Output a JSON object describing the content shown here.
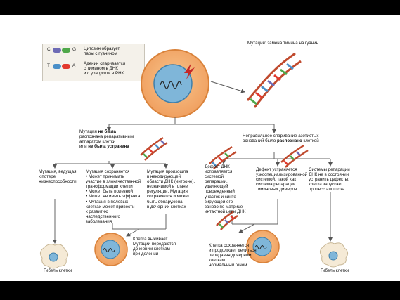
{
  "title": "Последствия генных мутаций",
  "legend": {
    "pair1": {
      "left": "C",
      "right": "G",
      "text": "Цитозин образует\nпары с гуанином"
    },
    "pair2": {
      "left": "T",
      "right": "A",
      "text": "Аденин спаривается\nс тимином в ДНК\nи с урацилом в РНК"
    },
    "colors": {
      "C": "#6d6bb5",
      "G": "#4fa84a",
      "T": "#4a8fc8",
      "A": "#e2392e"
    }
  },
  "top_label": "Мутация: замена тимина на гуанин",
  "branch_left": {
    "pre": "Мутация ",
    "b1": "не была",
    "mid1": "\nраспознана репаративным\nаппаратом клетки\nили ",
    "b2": "не была устранена"
  },
  "branch_right": {
    "pre": "Неправильное спаривание азотистых\nоснований было ",
    "b1": "распознано",
    "post": " клеткой"
  },
  "outcomes": {
    "o1": "Мутация, ведущая\nк потере\nжизнеспособности",
    "o2": "Мутация сохраняется\n• Может принимать\n  участие в злокачественной\n  трансформации клетки\n• Может быть полезной\n• Может не иметь эффекта\n• Мутация в половых\n  клетках может привести\n  к развитию\n  наследственного\n  заболевания",
    "o3": "Мутация произошла\nв некодирующей\nобласти ДНК (интроне),\nнезначимой в плане\nрегуляции. Мутация\nсохраняется и может\nбыть обнаружена\nв дочерних клетках",
    "o4": "Дефект ДНК\nисправляется\nсистемой\nрепарации,\nудаляющей\nповрежденный\nучасток и синте-\nзирующей его\nзаново по матрице\nинтактной цепи ДНК",
    "o5": "Дефект устраняется\nузкоспециализированной\nсистемой, такой как\nсистема репарации\nтиминовых димеров",
    "o6": "Системы репарации\nДНК не в состоянии\nустранить дефекты:\nклетка запускает\nпроцесс апоптоза"
  },
  "results": {
    "death_left": "Гибель клетки",
    "survive": "Клетка выживает\nМутации передаются\nдочерним клеткам\nпри делении",
    "normal": "Клетка сохраняется\nи продолжает делиться,\nпередавая дочерним\nклеткам\nнормальный геном",
    "death_right": "Гибель клетки"
  }
}
